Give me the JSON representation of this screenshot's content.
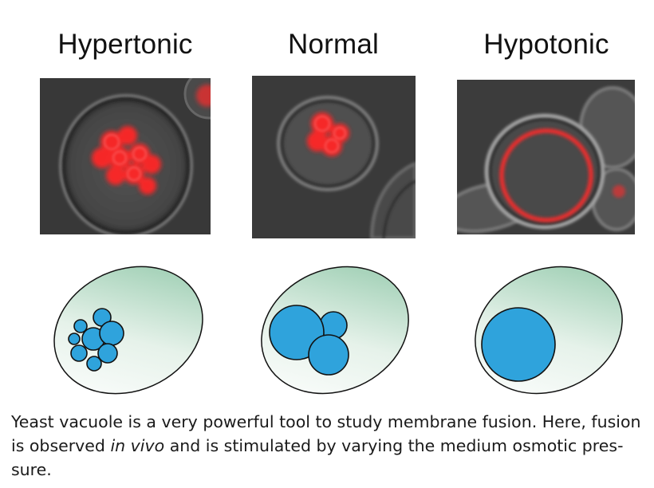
{
  "panels": [
    {
      "title": "Hypertonic"
    },
    {
      "title": "Normal"
    },
    {
      "title": "Hypotonic"
    }
  ],
  "caption": {
    "part1": "Yeast vacuole is a very powerful tool to study membrane fusion.  Here, fusion is observed ",
    "emphasis": "in vivo",
    "part2": " and is stimulated by varying the medium osmotic pres-sure."
  },
  "colors": {
    "vacuole_fill": "#2fa3dc",
    "cell_fill_light": "#f4faf6",
    "cell_fill_dark": "#8fc7a8",
    "fluorescence": "#ff2a2a",
    "micrograph_bg": "#3a3a3a"
  }
}
